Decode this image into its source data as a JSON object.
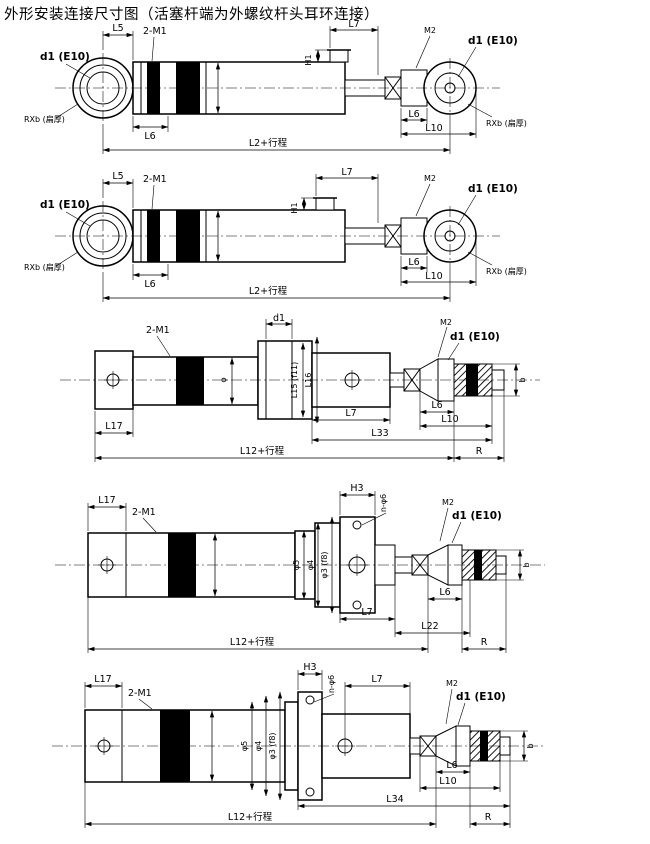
{
  "title": "外形安装连接尺寸图（活塞杆端为外螺纹杆头耳环连接）",
  "colors": {
    "ink": "#000000",
    "paper": "#ffffff"
  },
  "diagram1": {
    "l5": "L5",
    "m1": "2-M1",
    "l7": "L7",
    "h1": "H1",
    "m2": "M2",
    "d1_left": "d1 (E10)",
    "d1_right": "d1 (E10)",
    "rxb_left": "RXb (扁厚)",
    "rxb_right": "RXb (扁厚)",
    "l6_left": "L6",
    "l6_right": "L6",
    "l10": "L10",
    "l2_stroke": "L2+行程"
  },
  "diagram2": {
    "l5": "L5",
    "m1": "2-M1",
    "l7": "L7",
    "h1": "H1",
    "m2": "M2",
    "d1_left": "d1 (E10)",
    "d1_right": "d1 (E10)",
    "rxb_left": "RXb (扁厚)",
    "rxb_right": "RXb (扁厚)",
    "l6_left": "L6",
    "l6_right": "L6",
    "l10": "L10",
    "l2_stroke": "L2+行程"
  },
  "diagram3": {
    "m1": "2-M1",
    "d1": "d1",
    "phi": "φ",
    "l15": "L15 (f11)",
    "l16": "L16",
    "m2": "M2",
    "d1_e10": "d1 (E10)",
    "b": "b",
    "l17": "L17",
    "l7": "L7",
    "l6": "L6",
    "l10": "L10",
    "l33": "L33",
    "l12_stroke": "L12+行程",
    "r": "R"
  },
  "diagram4": {
    "l17": "L17",
    "m1": "2-M1",
    "h3": "H3",
    "n_phi6": "n-φ6",
    "m2": "M2",
    "d1_e10": "d1 (E10)",
    "phi5": "φ5",
    "phi4": "φ4",
    "phi3": "φ3 (f8)",
    "l6": "L6",
    "l7": "L7",
    "l22": "L22",
    "l12_stroke": "L12+行程",
    "r": "R",
    "b": "b"
  },
  "diagram5": {
    "l17": "L17",
    "m1": "2-M1",
    "h3": "H3",
    "n_phi6": "n-φ6",
    "l7": "L7",
    "m2": "M2",
    "d1_e10": "d1 (E10)",
    "phi5": "φ5",
    "phi4": "φ4",
    "phi3": "φ3 (f8)",
    "l6": "L6",
    "l10": "L10",
    "l34": "L34",
    "l12_stroke": "L12+行程",
    "r": "R",
    "b": "b"
  }
}
